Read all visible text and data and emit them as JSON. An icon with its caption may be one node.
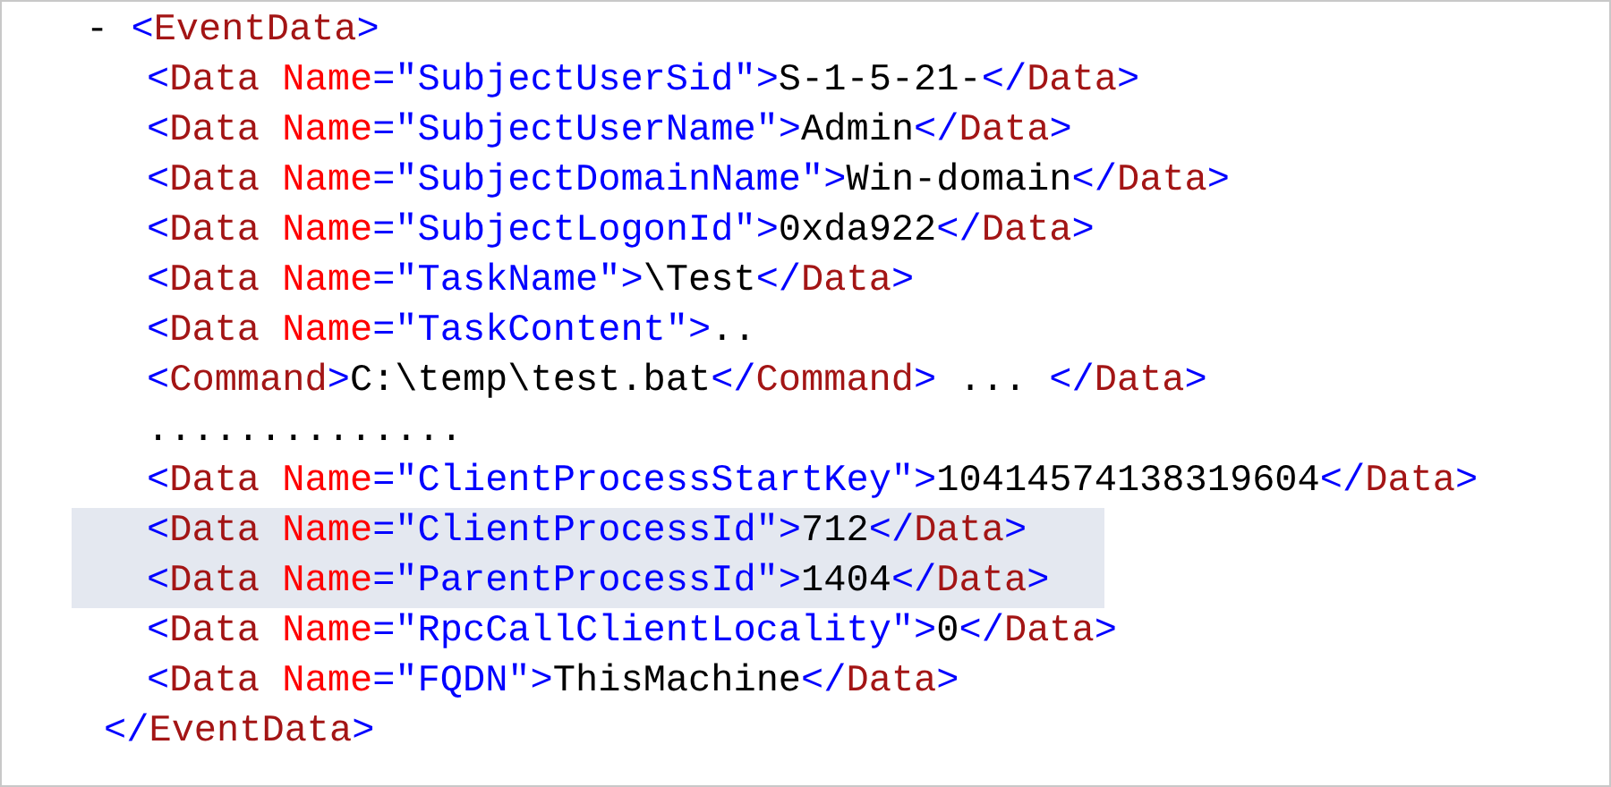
{
  "diagram": {
    "labels": [
      "- <EventData>",
      "<Data Name=\"SubjectUserSid\">S-1-5-21-</Data>",
      "<Data Name=\"SubjectUserName\">Admin</Data>",
      "<Data Name=\"SubjectDomainName\">Win-domain</Data>",
      "<Data Name=\"SubjectLogonId\">0xda922</Data>",
      "<Data Name=\"TaskName\">\\Test</Data>",
      "<Data Name=\"TaskContent\">..",
      "<Command>C:\\temp\\test.bat</Command> ... </Data>",
      "..............",
      "<Data Name=\"ClientProcessStartKey\">10414574138319604</Data>",
      "<Data Name=\"ClientProcessId\">712</Data>",
      "<Data Name=\"ParentProcessId\">1404</Data>",
      "<Data Name=\"RpcCallClientLocality\">0</Data>",
      "<Data Name=\"FQDN\">ThisMachine</Data>",
      "</EventData>"
    ]
  }
}
